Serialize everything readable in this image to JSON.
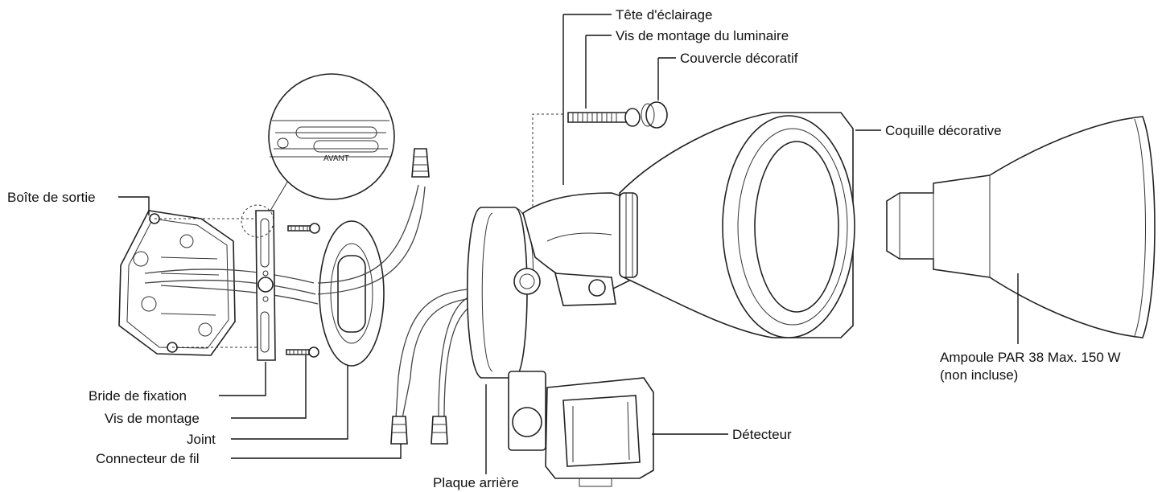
{
  "labels": {
    "tete_eclairage": "Tête d'éclairage",
    "vis_luminaire": "Vis de montage du luminaire",
    "couvercle_decoratif": "Couvercle décoratif",
    "coquille_decorative": "Coquille décorative",
    "boite_sortie": "Boîte de sortie",
    "ampoule_line1": "Ampoule PAR 38 Max. 150 W",
    "ampoule_line2": "(non incluse)",
    "bride_fixation": "Bride de fixation",
    "vis_montage": "Vis de montage",
    "joint": "Joint",
    "connecteur_fil": "Connecteur de fil",
    "detecteur": "Détecteur",
    "plaque_arriere": "Plaque arrière",
    "avant": "AVANT"
  }
}
